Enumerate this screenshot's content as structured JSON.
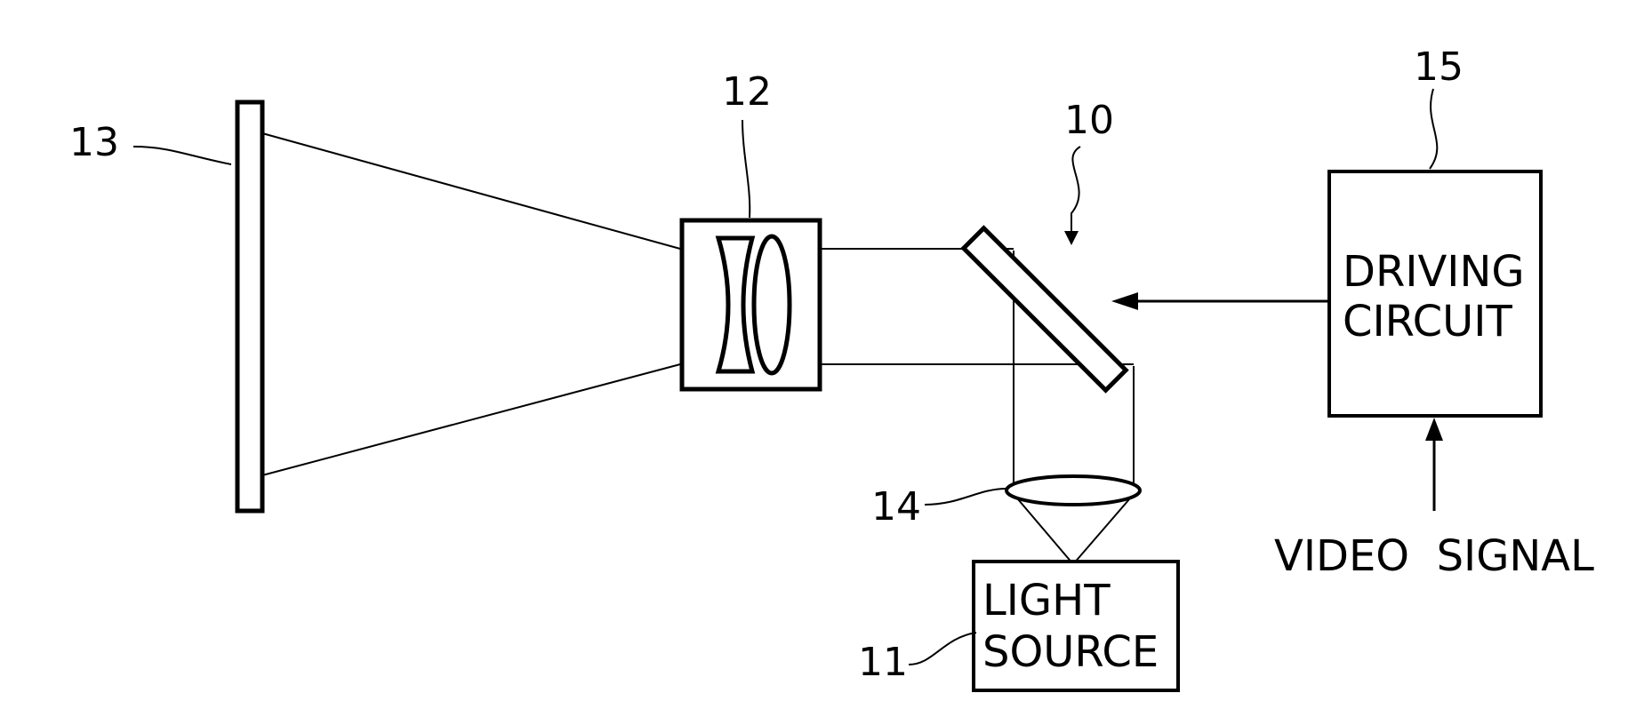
{
  "figure": {
    "reference_numerals": {
      "mirror_device": "10",
      "light_source": "11",
      "projection_lens": "12",
      "screen": "13",
      "condenser_lens": "14",
      "driving_circuit": "15"
    },
    "blocks": {
      "driving_circuit": [
        "DRIVING",
        "CIRCUIT"
      ],
      "light_source": [
        "LIGHT",
        "SOURCE"
      ]
    },
    "input_label": "VIDEO  SIGNAL"
  }
}
